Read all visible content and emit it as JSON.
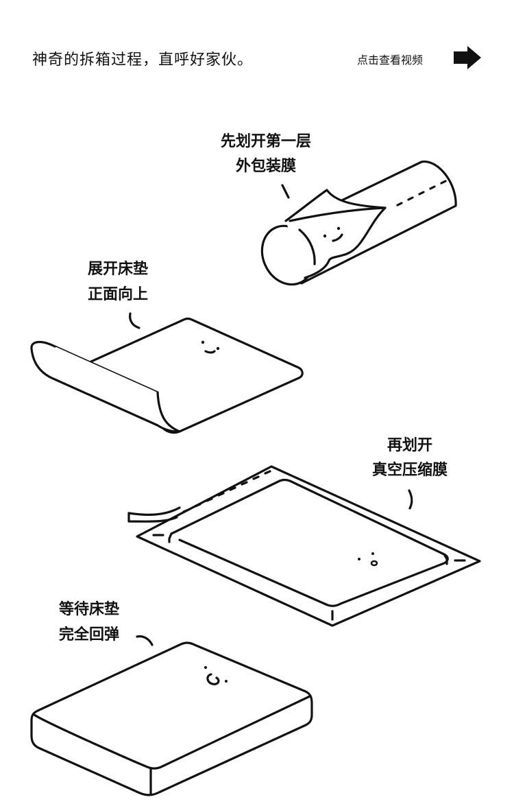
{
  "header": {
    "title": "神奇的拆箱过程，直呼好家伙。",
    "video_link": "点击查看视频",
    "arrow_icon": "arrow-right-icon"
  },
  "steps": [
    {
      "line1": "先划开第一层",
      "line2": "外包装膜"
    },
    {
      "line1": "展开床垫",
      "line2": "正面向上"
    },
    {
      "line1": "再划开",
      "line2": "真空压缩膜"
    },
    {
      "line1": "等待床垫",
      "line2": "完全回弹"
    }
  ]
}
